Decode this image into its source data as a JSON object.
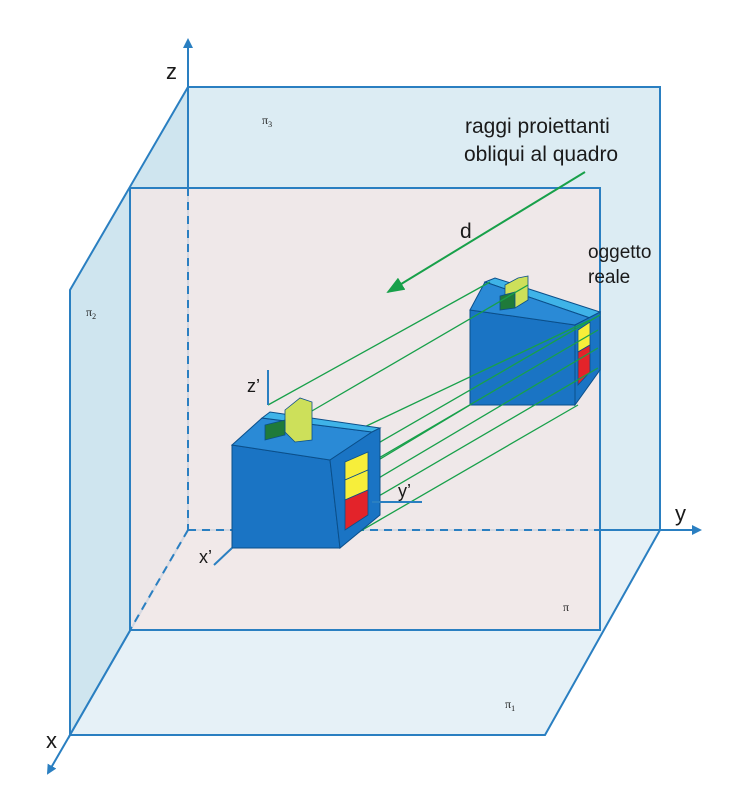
{
  "axes": {
    "z": "z",
    "y": "y",
    "x": "x"
  },
  "planes": {
    "pi3": {
      "base": "π",
      "sub": "3"
    },
    "pi2": {
      "base": "π",
      "sub": "2"
    },
    "pi1": {
      "base": "π",
      "sub": "1"
    },
    "pi": "π"
  },
  "annotations": {
    "rays_line1": "raggi proiettanti",
    "rays_line2": "obliqui al quadro",
    "direction": "d",
    "object_line1": "oggetto",
    "object_line2": "reale"
  },
  "projected_axes": {
    "z": "z’",
    "y": "y’",
    "x": "x’"
  },
  "colors": {
    "frame_blue": "#2a7fc1",
    "plane_back": "#dcecf3",
    "plane_side": "#cfe5ef",
    "plane_floor": "#e6f1f7",
    "plane_picture": "#f2e8e6",
    "object_blue": "#1a74c4",
    "object_light_blue": "#3fb3e8",
    "ray_green": "#18a04a",
    "yellow": "#f7ee3a",
    "red": "#e3232a",
    "lime": "#cde05a",
    "dark_green": "#1f7a3a"
  }
}
